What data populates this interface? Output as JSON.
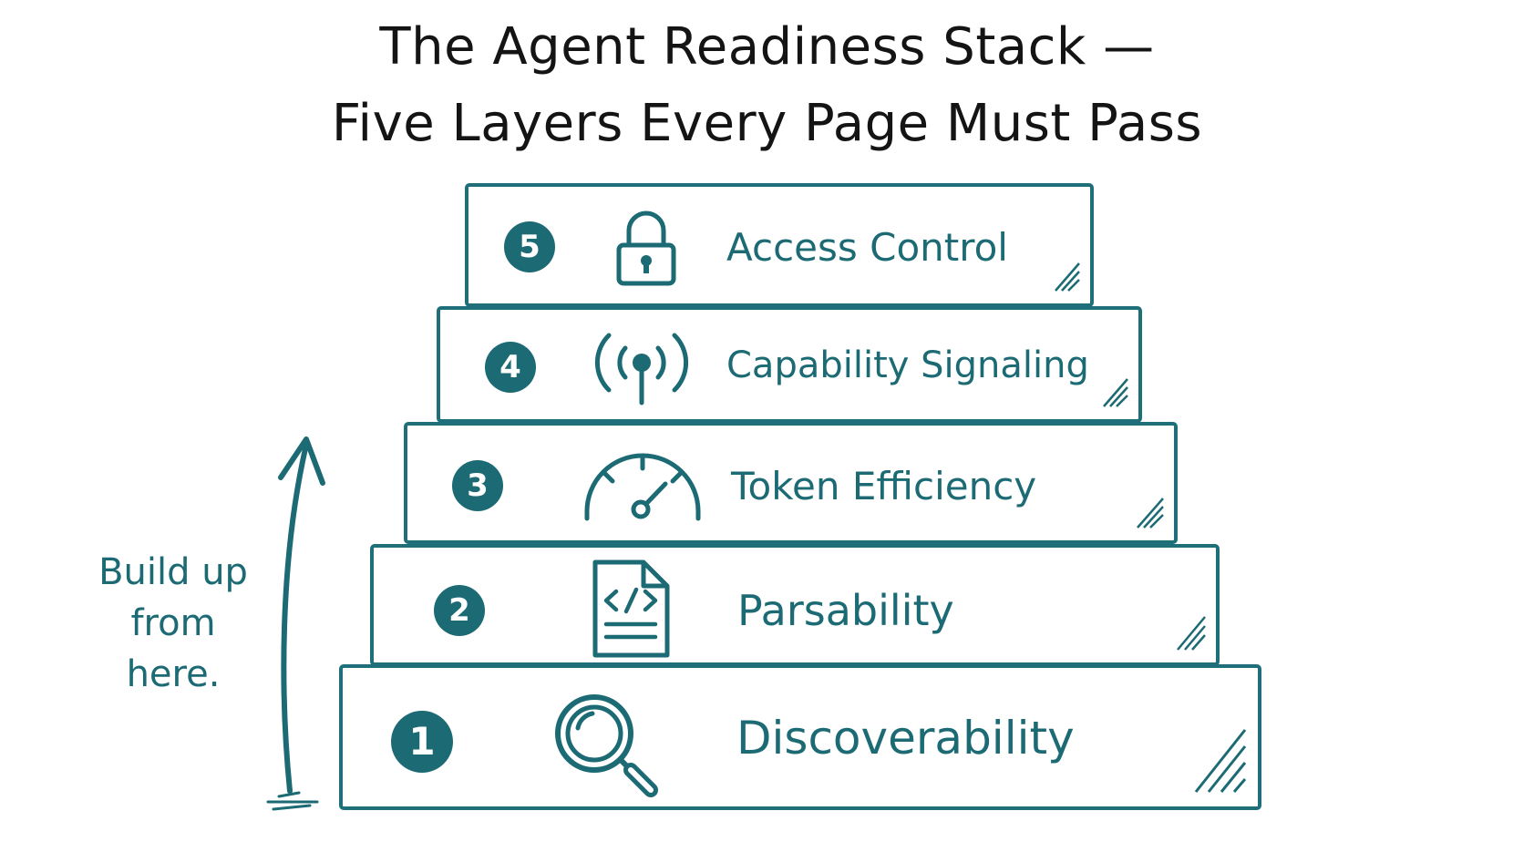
{
  "title": {
    "line1": "The Agent Readiness Stack —",
    "line2": "Five Layers Every Page Must Pass"
  },
  "colors": {
    "accent": "#1c6a74",
    "text": "#141414",
    "background": "#ffffff"
  },
  "layers": [
    {
      "number": "1",
      "label": "Discoverability",
      "icon": "magnifier-icon"
    },
    {
      "number": "2",
      "label": "Parsability",
      "icon": "code-document-icon"
    },
    {
      "number": "3",
      "label": "Token Efficiency",
      "icon": "gauge-icon"
    },
    {
      "number": "4",
      "label": "Capability Signaling",
      "icon": "broadcast-signal-icon"
    },
    {
      "number": "5",
      "label": "Access Control",
      "icon": "padlock-icon"
    }
  ],
  "side_note": {
    "lines": [
      "Build up",
      "from",
      "here."
    ]
  }
}
